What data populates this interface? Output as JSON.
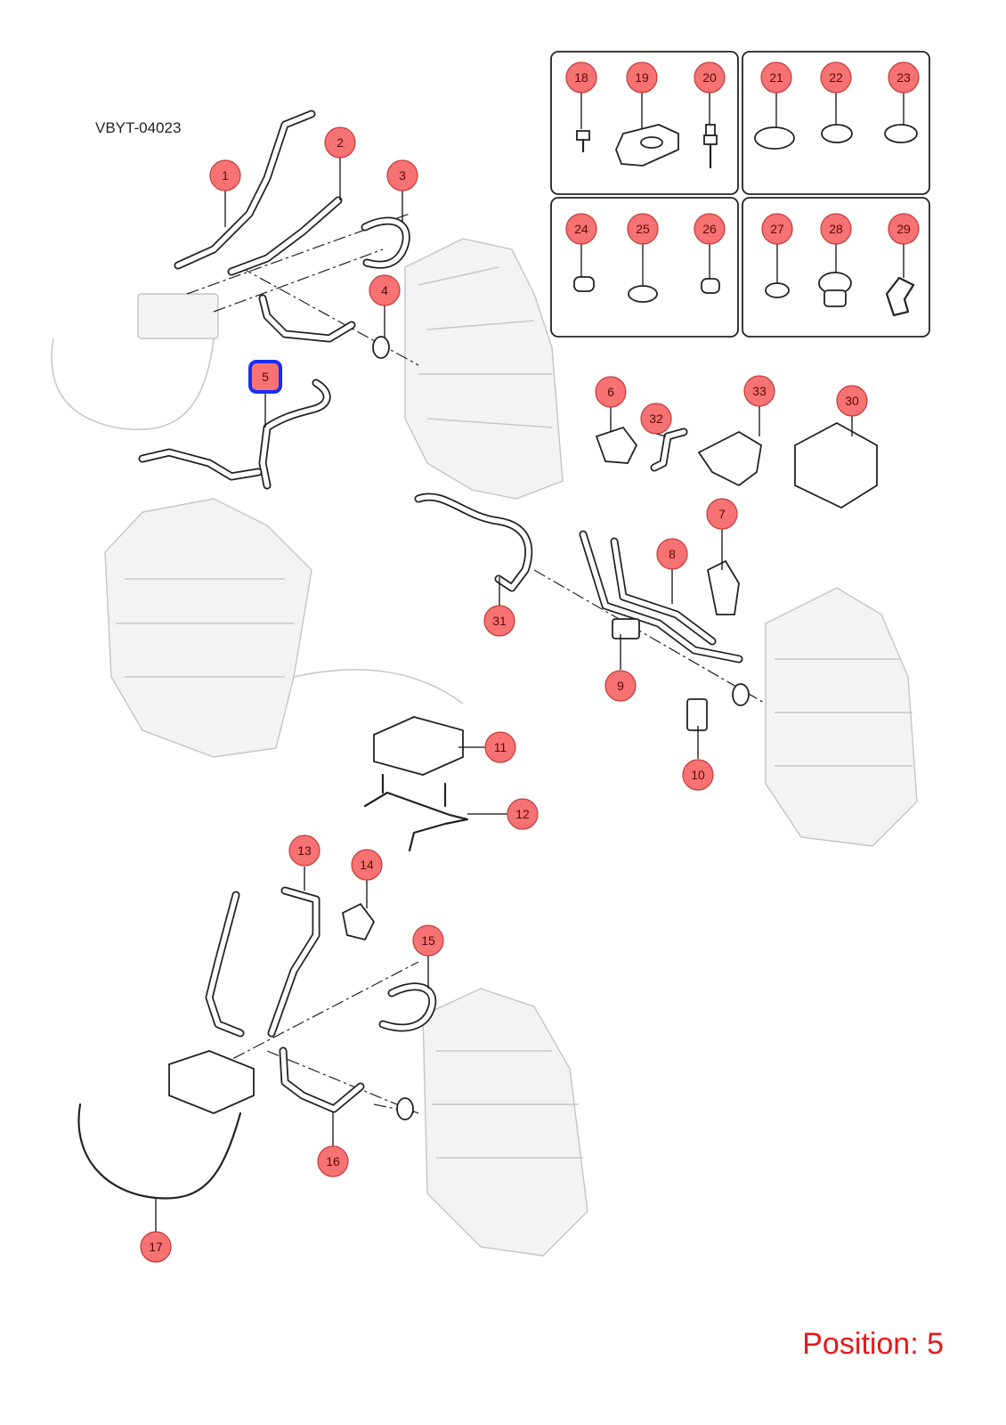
{
  "reference_code": "VBYT-04023",
  "position_label": "Position: 5",
  "selected_callout": "5",
  "callouts": [
    {
      "n": "1"
    },
    {
      "n": "2"
    },
    {
      "n": "3"
    },
    {
      "n": "4"
    },
    {
      "n": "5"
    },
    {
      "n": "6"
    },
    {
      "n": "7"
    },
    {
      "n": "8"
    },
    {
      "n": "9"
    },
    {
      "n": "10"
    },
    {
      "n": "11"
    },
    {
      "n": "12"
    },
    {
      "n": "13"
    },
    {
      "n": "14"
    },
    {
      "n": "15"
    },
    {
      "n": "16"
    },
    {
      "n": "17"
    },
    {
      "n": "18"
    },
    {
      "n": "19"
    },
    {
      "n": "20"
    },
    {
      "n": "21"
    },
    {
      "n": "22"
    },
    {
      "n": "23"
    },
    {
      "n": "24"
    },
    {
      "n": "25"
    },
    {
      "n": "26"
    },
    {
      "n": "27"
    },
    {
      "n": "28"
    },
    {
      "n": "29"
    },
    {
      "n": "30"
    },
    {
      "n": "31"
    },
    {
      "n": "32"
    },
    {
      "n": "33"
    }
  ],
  "colors": {
    "callout_fill": "#f77272",
    "selected_outline": "#1a2cf0",
    "position_text": "#e8191c"
  }
}
